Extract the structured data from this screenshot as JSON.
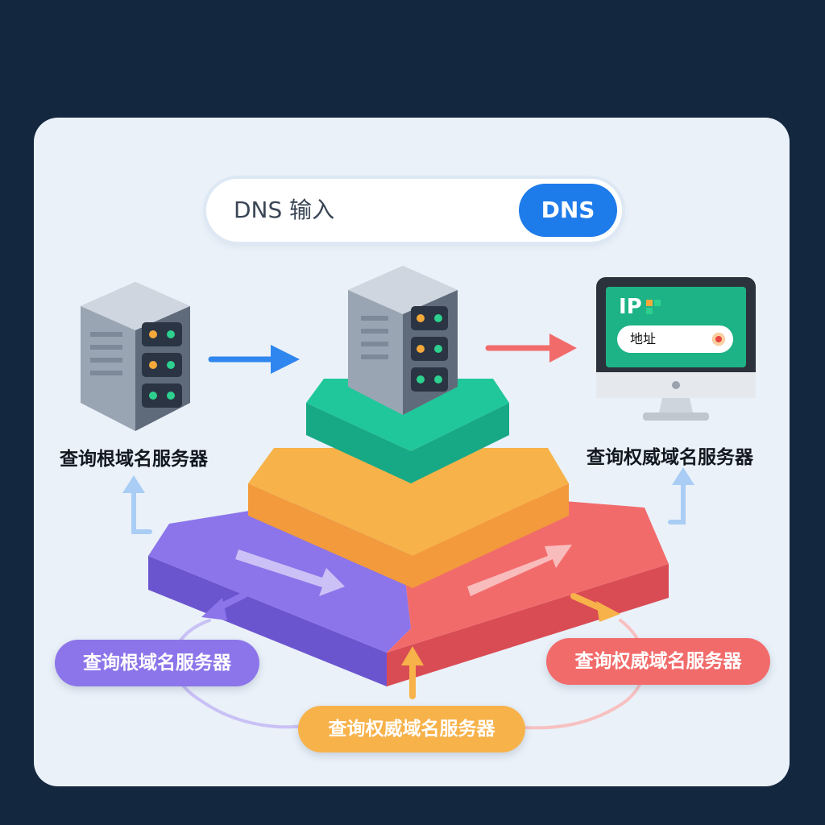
{
  "search": {
    "placeholder": "DNS 输入",
    "button_label": "DNS"
  },
  "monitor": {
    "screen_badge": "IP",
    "address_text": "地址"
  },
  "labels": {
    "root_server_label": "查询根域名服务器",
    "auth_server_label": "查询权威域名服务器"
  },
  "pills": {
    "left": "查询根域名服务器",
    "right": "查询权威域名服务器",
    "bottom": "查询权威域名服务器"
  },
  "colors": {
    "background": "#13273f",
    "card": "#eaf1f9",
    "accent_blue": "#1e7bea",
    "layer_green": "#1fc79a",
    "layer_orange": "#f7b24a",
    "layer_purple": "#8c75ea",
    "layer_red": "#f26b6b",
    "screen_green": "#1db386"
  },
  "icons": [
    "server-icon",
    "monitor-icon",
    "arrow-right-icon",
    "arrow-up-icon"
  ]
}
